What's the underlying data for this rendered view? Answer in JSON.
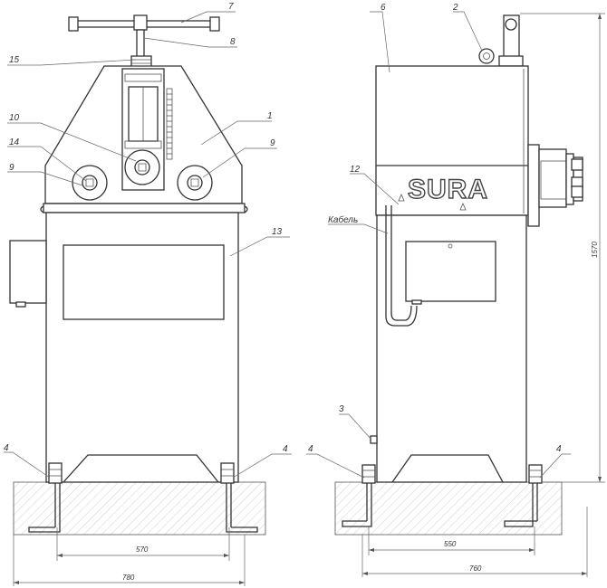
{
  "brand": "SURA",
  "callouts": {
    "front": [
      "7",
      "8",
      "15",
      "1",
      "10",
      "14",
      "9",
      "9",
      "13",
      "4",
      "4"
    ],
    "side": [
      "6",
      "2",
      "12",
      "Кабель",
      "3",
      "4",
      "4"
    ]
  },
  "dimensions": {
    "front_anchor_spacing": "570",
    "front_overall_width": "780",
    "side_anchor_spacing": "550",
    "side_overall_width": "760",
    "overall_height": "1570"
  },
  "colors": {
    "line": "#333333",
    "foundation_hatch": "#9a9a9a"
  }
}
